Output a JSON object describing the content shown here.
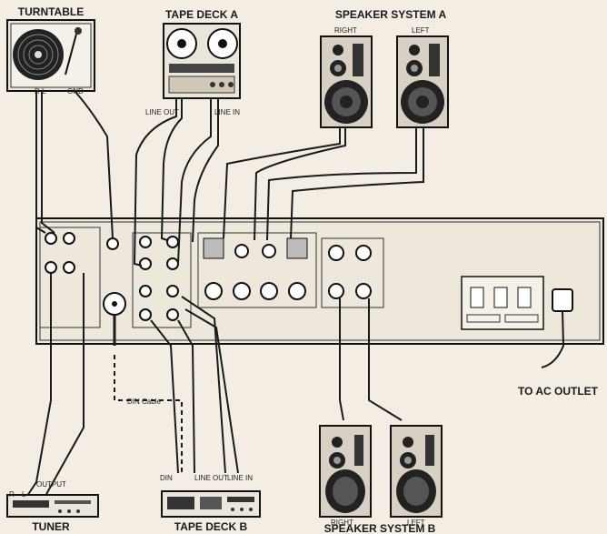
{
  "labels": {
    "turntable": "TURNTABLE",
    "tape_deck_a": "TAPE DECK A",
    "speaker_system_a": "SPEAKER SYSTEM A",
    "speaker_system_b": "SPEAKER SYSTEM B",
    "tuner": "TUNER",
    "tape_deck_b": "TAPE DECK B",
    "to_ac_outlet": "TO AC OUTLET",
    "din_cable": "DIN Cable",
    "right": "RIGHT",
    "left": "LEFT",
    "r_l": "R   L",
    "gnd": "GND",
    "line_out": "LINE OUT",
    "line_in": "LINE IN",
    "output": "OUTPUT",
    "r": "R",
    "l": "L",
    "din": "DIN",
    "line_out_b": "LINE\nOUT",
    "line_in_b": "LINE IN"
  }
}
